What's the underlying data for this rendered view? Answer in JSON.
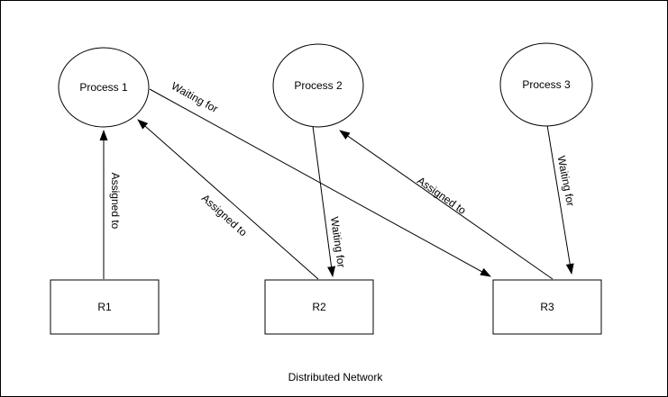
{
  "diagram": {
    "caption": "Distributed Network",
    "colors": {
      "background": "#ffffff",
      "border": "#000000",
      "node_fill": "#ffffff",
      "node_stroke": "#000000",
      "edge_stroke": "#000000",
      "text": "#000000"
    },
    "nodes": {
      "process1": {
        "label": "Process 1",
        "shape": "ellipse"
      },
      "process2": {
        "label": "Process 2",
        "shape": "ellipse"
      },
      "process3": {
        "label": "Process 3",
        "shape": "ellipse"
      },
      "r1": {
        "label": "R1",
        "shape": "rectangle"
      },
      "r2": {
        "label": "R2",
        "shape": "rectangle"
      },
      "r3": {
        "label": "R3",
        "shape": "rectangle"
      }
    },
    "edges": [
      {
        "from": "R1",
        "to": "Process 1",
        "label": "Assigned to"
      },
      {
        "from": "R2",
        "to": "Process 1",
        "label": "Assigned to"
      },
      {
        "from": "Process 1",
        "to": "R3",
        "label": "Waiting for"
      },
      {
        "from": "Process 2",
        "to": "R2",
        "label": "Waiting for"
      },
      {
        "from": "R3",
        "to": "Process 2",
        "label": "Assigned to"
      },
      {
        "from": "Process 3",
        "to": "R3",
        "label": "Waiting for"
      }
    ]
  }
}
